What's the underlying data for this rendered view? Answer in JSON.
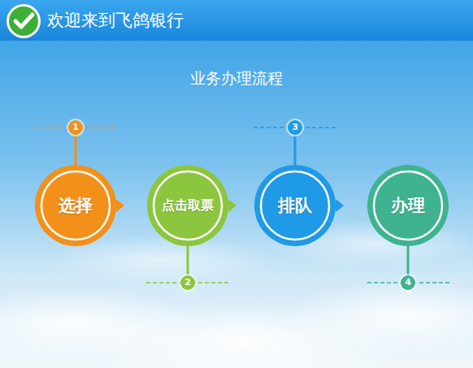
{
  "diagram": {
    "title": "业务办理流程",
    "nodes": [
      {
        "text": [
          "选择"
        ]
      },
      {
        "text": [
          "点击取票"
        ]
      },
      {
        "text": [
          "排队"
        ]
      },
      {
        "text": [
          "办理"
        ]
      }
    ],
    "labels": [
      "欢迎来到飞鸽银行",
      "1",
      "2",
      "3",
      "4"
    ]
  }
}
